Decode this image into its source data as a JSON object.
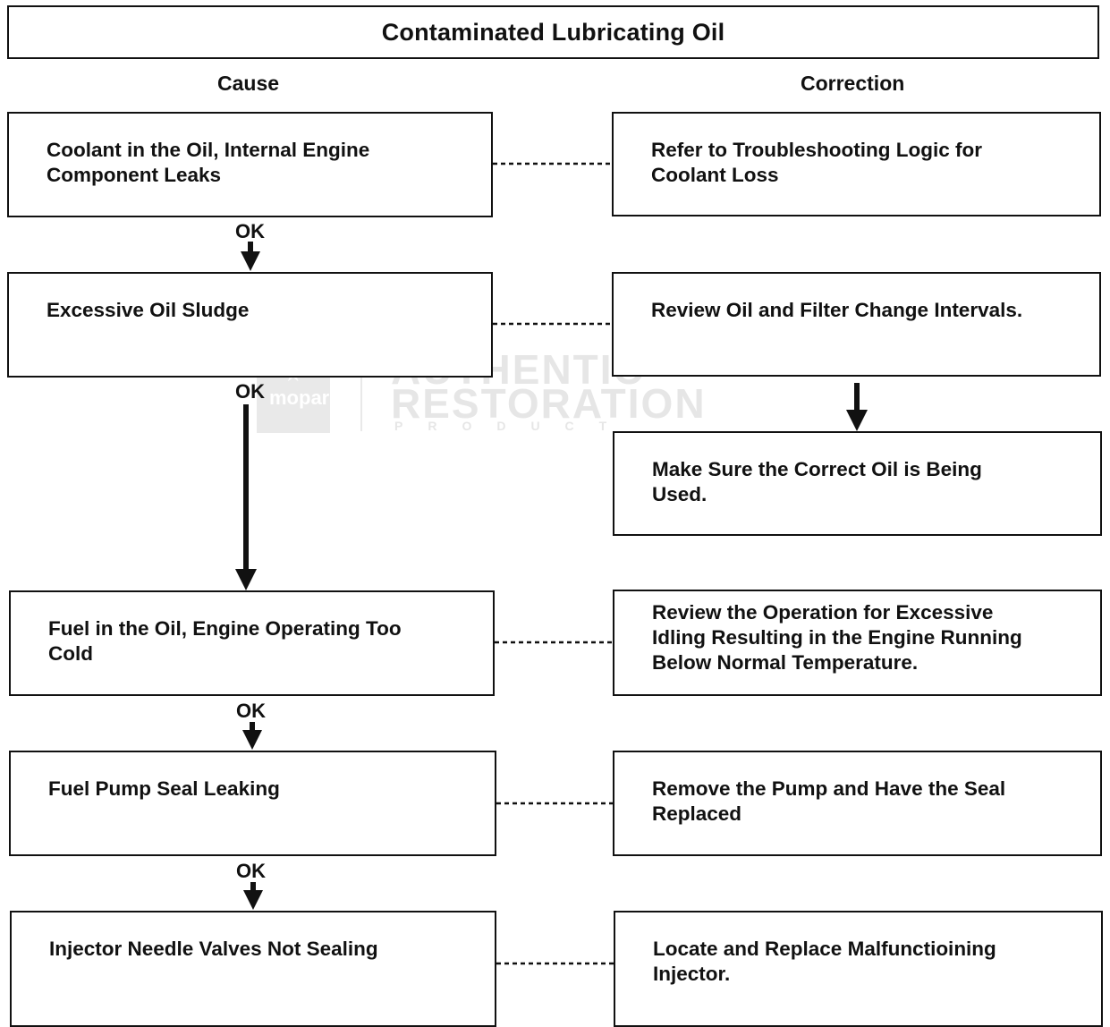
{
  "title": "Contaminated Lubricating Oil",
  "headers": {
    "cause": "Cause",
    "correction": "Correction"
  },
  "causes": [
    {
      "text": "Coolant in the Oil, Internal Engine\nComponent Leaks"
    },
    {
      "text": "Excessive Oil Sludge"
    },
    {
      "text": "Fuel in the Oil, Engine Operating Too\nCold"
    },
    {
      "text": "Fuel Pump Seal Leaking"
    },
    {
      "text": "Injector Needle Valves Not Sealing"
    }
  ],
  "corrections": [
    {
      "text": "Refer to Troubleshooting Logic for\nCoolant Loss"
    },
    {
      "text": "Review Oil and Filter Change Intervals."
    },
    {
      "text": "Make Sure the Correct Oil is Being\nUsed."
    },
    {
      "text": "Review the Operation for Excessive\nIdling Resulting in the Engine Running\nBelow Normal Temperature."
    },
    {
      "text": "Remove the Pump and Have the Seal\nReplaced"
    },
    {
      "text": "Locate and Replace Malfunctioining\nInjector."
    }
  ],
  "ok_labels": [
    "OK",
    "OK",
    "OK",
    "OK"
  ],
  "watermark": {
    "logo_text": "mopar",
    "line1": "AUTHENTIC",
    "line2": "RESTORATION",
    "line3": "PRODUCT"
  }
}
